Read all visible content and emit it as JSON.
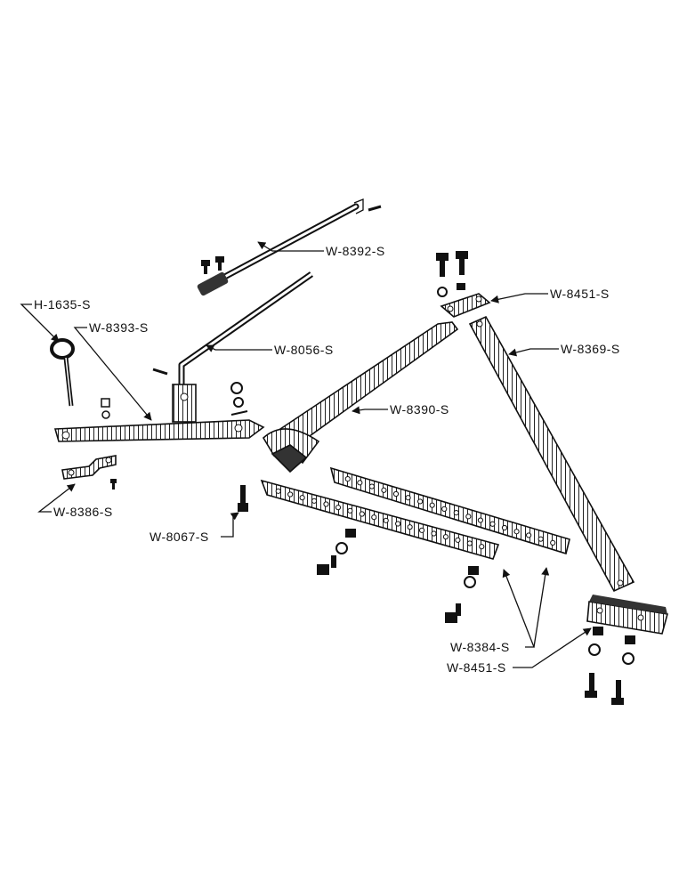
{
  "labels": {
    "h1635": "H-1635-S",
    "w8393": "W-8393-S",
    "w8392": "W-8392-S",
    "w8056": "W-8056-S",
    "w8451_top": "W-8451-S",
    "w8369": "W-8369-S",
    "w8390": "W-8390-S",
    "w8386": "W-8386-S",
    "w8067": "W-8067-S",
    "w8384": "W-8384-S",
    "w8451_bottom": "W-8451-S"
  },
  "colors": {
    "ink": "#111111",
    "paper": "#ffffff",
    "shade": "#3a3a3a"
  }
}
